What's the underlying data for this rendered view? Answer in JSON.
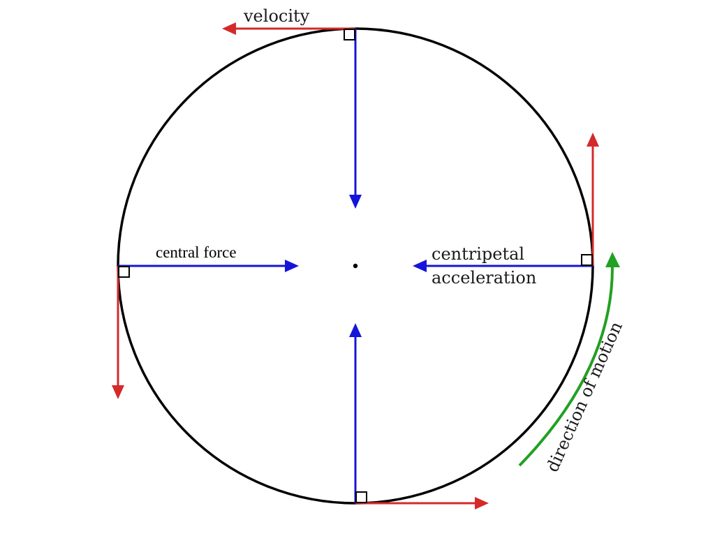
{
  "labels": {
    "velocity": "velocity",
    "central_force": "central force",
    "centripetal_line1": "centripetal",
    "centripetal_line2": "acceleration",
    "direction_of_motion": "direction of motion"
  },
  "colors": {
    "circle": "#000000",
    "velocity": "#d42a2a",
    "force": "#1515d9",
    "motion": "#22a022",
    "marker": "#000000"
  },
  "icons": {
    "velocity_arrow": "arrow-icon",
    "force_arrow": "arrow-icon",
    "right_angle_marker": "right-angle-icon",
    "motion_arrow": "curved-arrow-icon"
  }
}
